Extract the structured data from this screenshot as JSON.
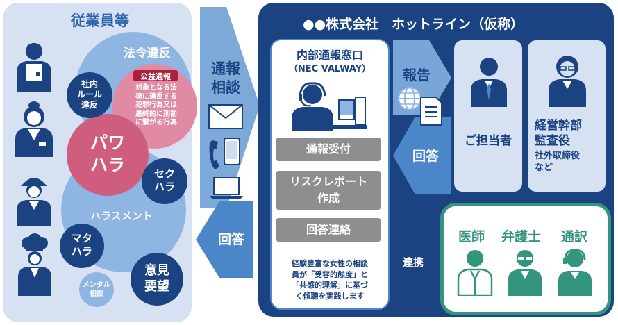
{
  "employees": {
    "title": "従業員等",
    "law_violation": "法令違反",
    "public_interest": {
      "badge": "公益通報",
      "lines": [
        "対象となる法",
        "律に違反する",
        "犯罪行為又は",
        "最終的に刑罰",
        "に繋がる行為"
      ]
    },
    "internal_rules": [
      "社内",
      "ルール",
      "違反"
    ],
    "power_harassment": [
      "パワ",
      "ハラ"
    ],
    "sexual_harassment": [
      "セク",
      "ハラ"
    ],
    "harassment": "ハラスメント",
    "maternity_harassment": [
      "マタ",
      "ハラ"
    ],
    "mental_consult": [
      "メンタル",
      "相談"
    ],
    "opinion_request": [
      "意見",
      "要望"
    ]
  },
  "flow_left": {
    "report_consult": [
      "通報",
      "相談"
    ],
    "answer": "回答"
  },
  "hotline": {
    "title": "●●株式会社　ホットライン（仮称）",
    "window": {
      "title": "内部通報窓口",
      "subtitle": "（NEC VALWAY）",
      "steps": [
        "通報受付",
        [
          "リスクレポート",
          "作成"
        ],
        "回答連絡"
      ],
      "description": [
        "経験豊富な女性の相談",
        "員が「受容的態度」と",
        "「共感的理解」に基づ",
        "く傾聴を実践します"
      ]
    },
    "report": "報告",
    "answer": "回答",
    "person_in_charge": "ご担当者",
    "executives": {
      "lines": [
        "経営幹部",
        "監査役"
      ],
      "sub": [
        "社外取締役",
        "など"
      ]
    }
  },
  "cooperation": "連携",
  "experts": {
    "doctor": "医師",
    "lawyer": "弁護士",
    "interpreter": "通訳"
  },
  "colors": {
    "navy": "#1b4382",
    "mid_blue": "#4a86c8",
    "light_bg": "#d6e2f2",
    "pink": "#d86a8a",
    "teal": "#34957f",
    "gray_step": "#8e8e8e"
  }
}
